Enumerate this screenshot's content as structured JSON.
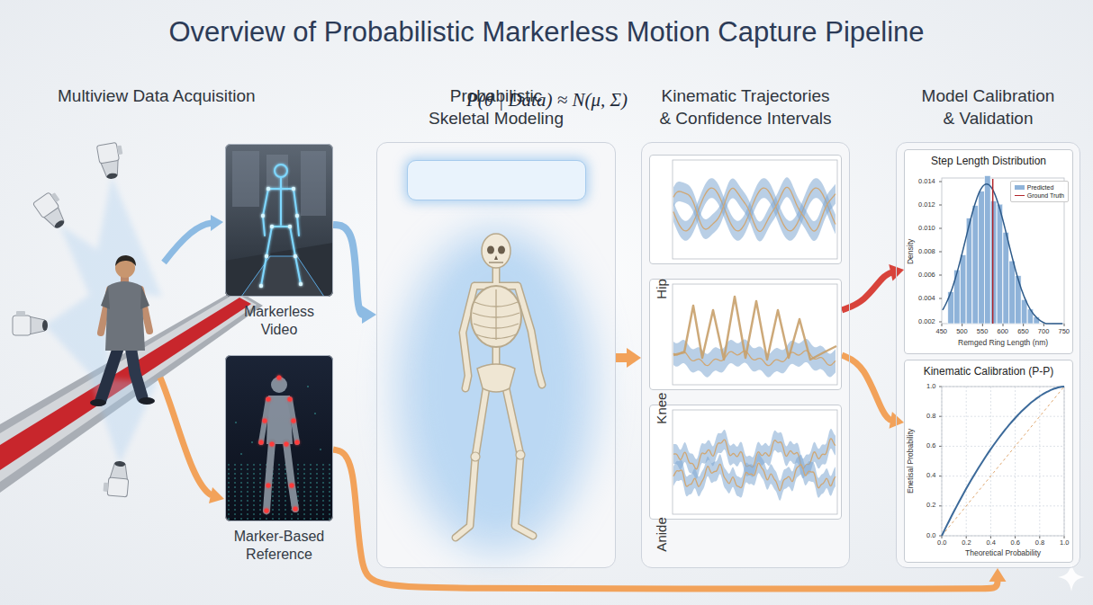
{
  "diagram": {
    "title": "Overview of Probabilistic Markerless Motion Capture Pipeline",
    "nodes": [
      {
        "text": [
          "Markerless Video"
        ]
      },
      {
        "text": [
          "Marker-Based Reference"
        ]
      },
      {
        "text": [
          "Probabilistic Skeletal Modeling"
        ]
      },
      {
        "text": [
          "P(θ | Data) ≈ N(μ, Σ)"
        ],
        "in": 2
      },
      {
        "text": [
          "Kinematic Trajectories & Confidence Intervals"
        ]
      },
      {
        "text": [
          "Hip"
        ],
        "in": 4
      },
      {
        "text": [
          "Knee"
        ],
        "in": 4
      },
      {
        "text": [
          "Anide"
        ],
        "in": 4
      },
      {
        "text": [
          "Model Calibration & Validation"
        ]
      },
      {
        "text": [
          "Step Length Distribution"
        ],
        "in": 8
      },
      {
        "text": [
          "Kinematic Calibration (P-P)"
        ],
        "in": 8
      }
    ],
    "edges": [
      {
        "from": 0,
        "to": 2,
        "arrow": "to"
      },
      {
        "from": 2,
        "to": 4,
        "arrow": "to"
      },
      {
        "from": 6,
        "to": 9,
        "arrow": "to"
      },
      {
        "from": 6,
        "to": 10,
        "arrow": "to"
      },
      {
        "from": 1,
        "to": 8,
        "arrow": "to"
      }
    ],
    "labels": [
      "Multiview Data Acquisition",
      "Density",
      "0.014",
      "0.012",
      "0.010",
      "0.008",
      "0.006",
      "0.004",
      "0.002",
      "450",
      "500",
      "550",
      "600",
      "650",
      "700",
      "750",
      "Remged Ring Length (nm)",
      "Enetisal Probability",
      "1.0",
      "0.8",
      "0.6",
      "0.4",
      "0.2",
      "0.0",
      "0.0",
      "0.2",
      "0.4",
      "0.6",
      "0.8",
      "1.0",
      "Theoretical Probability"
    ],
    "legend": [
      {
        "text": "Predicted",
        "color": "#8fb3d9"
      },
      {
        "text": "Ground Truth"
      }
    ]
  }
}
